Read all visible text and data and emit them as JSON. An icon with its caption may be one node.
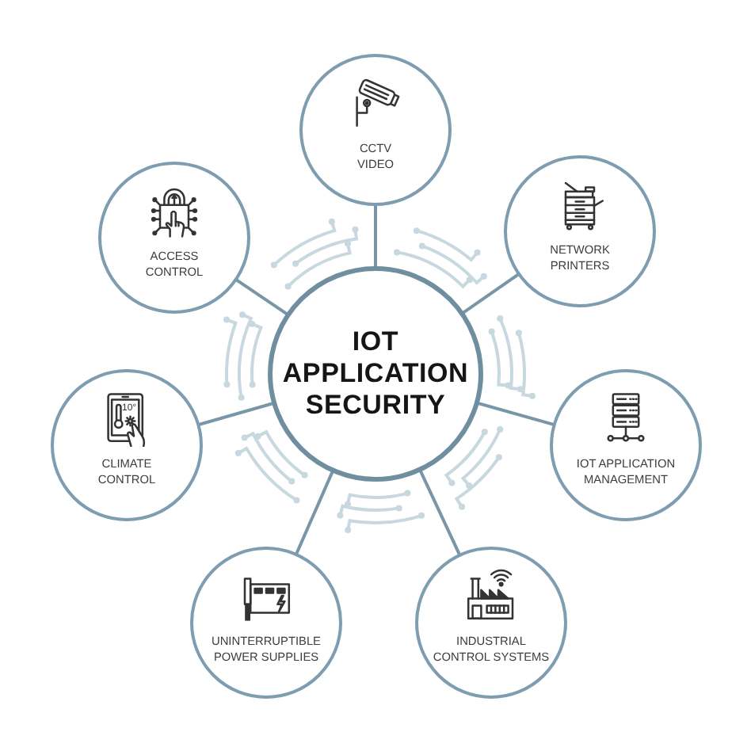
{
  "diagram": {
    "nodes": [
      {
        "text": [
          "IOT APPLICATION SECURITY"
        ]
      },
      {
        "text": [
          "CCTV VIDEO"
        ]
      },
      {
        "text": [
          "NETWORK PRINTERS"
        ]
      },
      {
        "text": [
          "IOT APPLICATION MANAGEMENT"
        ]
      },
      {
        "text": [
          "INDUSTRIAL CONTROL SYSTEMS"
        ]
      },
      {
        "text": [
          "UNINTERRUPTIBLE POWER SUPPLIES"
        ]
      },
      {
        "text": [
          "CLIMATE CONTROL"
        ]
      },
      {
        "text": [
          "ACCESS CONTROL"
        ]
      }
    ],
    "edges": [
      {
        "from": 0,
        "to": 1,
        "arrow": "none"
      },
      {
        "from": 0,
        "to": 2,
        "arrow": "none"
      },
      {
        "from": 0,
        "to": 3,
        "arrow": "none"
      },
      {
        "from": 0,
        "to": 4,
        "arrow": "none"
      },
      {
        "from": 0,
        "to": 5,
        "arrow": "none"
      },
      {
        "from": 0,
        "to": 6,
        "arrow": "none"
      },
      {
        "from": 0,
        "to": 7,
        "arrow": "none"
      }
    ],
    "labels": [
      "10°"
    ]
  }
}
